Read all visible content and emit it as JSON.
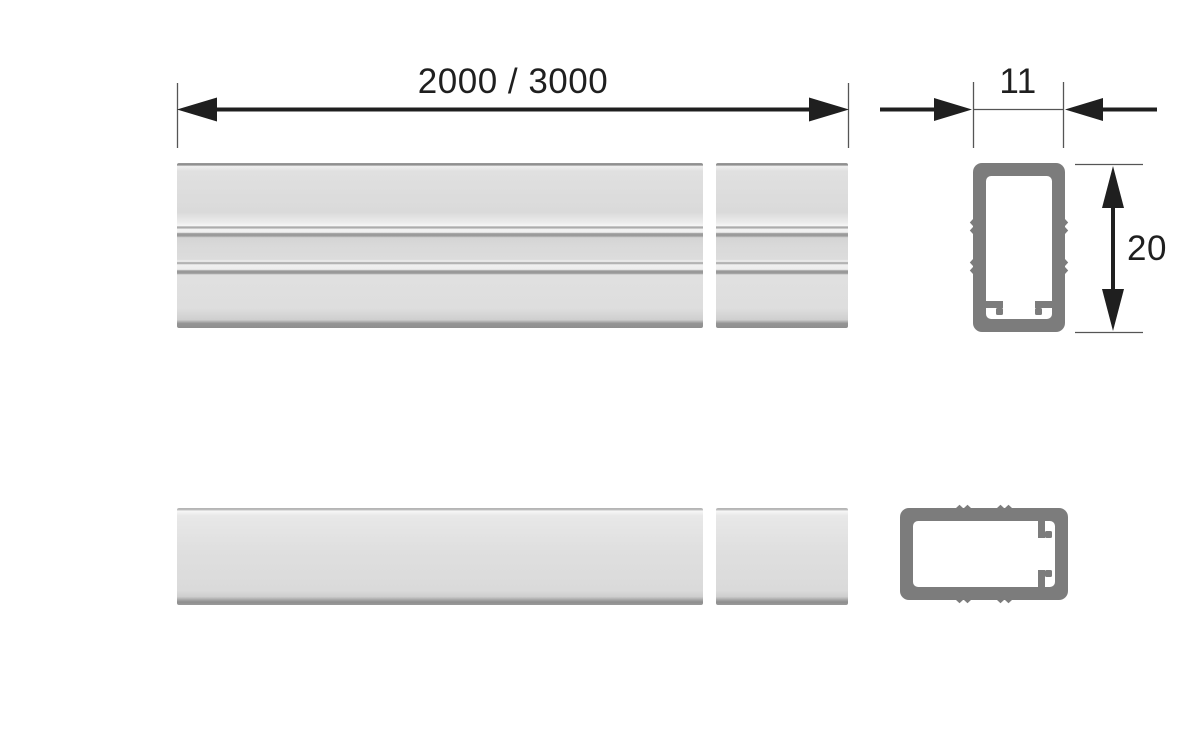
{
  "dimensions": {
    "length": "2000 / 3000",
    "width": "11",
    "height": "20"
  },
  "colors": {
    "dimension_lines": "#1f1f1f",
    "extension_lines": "#555555",
    "profile_outline": "#7c7c7c",
    "bar_fill": "#dcdcdc",
    "bar_edge": "#8f8f8f",
    "background": "#ffffff"
  }
}
